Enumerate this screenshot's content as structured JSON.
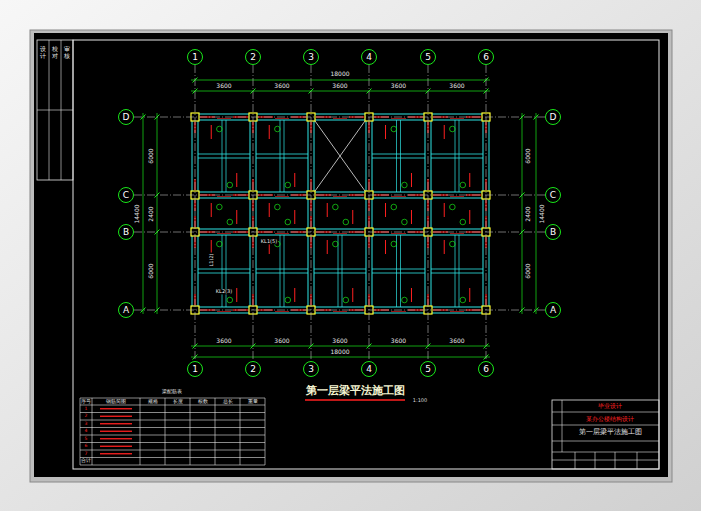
{
  "diagram": {
    "title": "第一层梁平法施工图",
    "nodes": [
      {
        "text": [
          "1"
        ]
      },
      {
        "text": [
          "2"
        ]
      },
      {
        "text": [
          "3"
        ]
      },
      {
        "text": [
          "4"
        ]
      },
      {
        "text": [
          "5"
        ]
      },
      {
        "text": [
          "6"
        ]
      },
      {
        "text": [
          "D"
        ]
      },
      {
        "text": [
          "D"
        ]
      },
      {
        "text": [
          "C"
        ]
      },
      {
        "text": [
          "C"
        ]
      },
      {
        "text": [
          "B"
        ]
      },
      {
        "text": [
          "B"
        ]
      },
      {
        "text": [
          "A"
        ]
      },
      {
        "text": [
          "A"
        ]
      },
      {
        "text": [
          "1"
        ]
      },
      {
        "text": [
          "2"
        ]
      },
      {
        "text": [
          "3"
        ]
      },
      {
        "text": [
          "4"
        ]
      },
      {
        "text": [
          "5"
        ]
      },
      {
        "text": [
          "6"
        ]
      }
    ],
    "edges": [
      {
        "from": 0,
        "to": 14,
        "arrow": "none"
      },
      {
        "from": 1,
        "to": 15,
        "arrow": "none"
      },
      {
        "from": 2,
        "to": 16,
        "arrow": "none"
      },
      {
        "from": 3,
        "to": 17,
        "arrow": "none"
      },
      {
        "from": 4,
        "to": 18,
        "arrow": "none"
      },
      {
        "from": 5,
        "to": 19,
        "arrow": "none"
      },
      {
        "from": 6,
        "to": 7,
        "arrow": "none"
      },
      {
        "from": 8,
        "to": 9,
        "arrow": "none"
      },
      {
        "from": 10,
        "to": 11,
        "arrow": "none"
      },
      {
        "from": 12,
        "to": 13,
        "arrow": "none"
      }
    ],
    "labels": [
      "1:100",
      "18000",
      "3600",
      "3600",
      "3600",
      "3600",
      "3600",
      "3600",
      "3600",
      "3600",
      "3600",
      "3600",
      "18000",
      "14400",
      "6000",
      "2400",
      "6000",
      "14400",
      "6000",
      "2400",
      "6000",
      "梁配筋表",
      "序号",
      "钢筋简图",
      "规格",
      "长度",
      "根数",
      "总长",
      "重量",
      "1",
      "2",
      "3",
      "4",
      "5",
      "6",
      "7",
      "合计",
      "毕业设计",
      "某办公楼结构设计",
      "第一层梁平法施工图",
      "设计",
      "校对",
      "审核",
      "KL1(5)",
      "KL2(3)",
      "L1(2)"
    ]
  }
}
